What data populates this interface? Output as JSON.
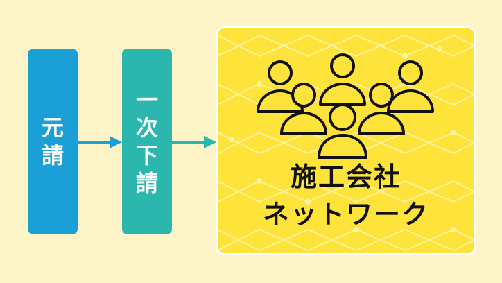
{
  "nodes": {
    "prime": {
      "chars": [
        "元",
        "請"
      ]
    },
    "first_sub": {
      "chars": [
        "一",
        "次",
        "下",
        "請"
      ]
    },
    "network": {
      "line1": "施工会社",
      "line2": "ネットワーク"
    }
  },
  "colors": {
    "background": "#fdf4c8",
    "prime": "#1a9fd6",
    "first_sub": "#2bb7ad",
    "network": "#fde33a",
    "people_fill": "#fde33a",
    "outline": "#111111"
  },
  "icons": [
    "arrow-right-icon",
    "people-group-icon"
  ]
}
